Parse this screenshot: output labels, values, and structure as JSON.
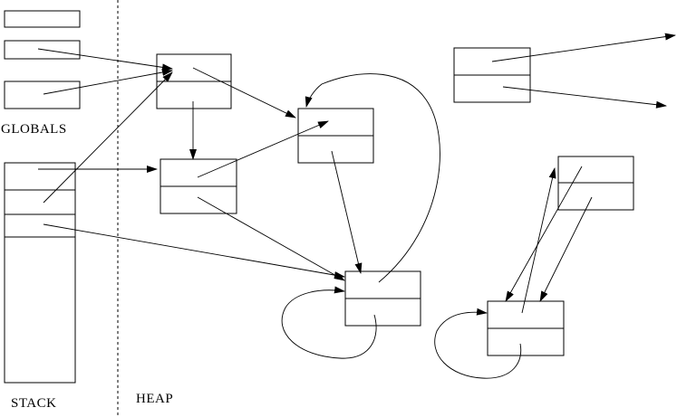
{
  "labels": {
    "globals": "GLOBALS",
    "stack": "STACK",
    "heap": "HEAP"
  }
}
